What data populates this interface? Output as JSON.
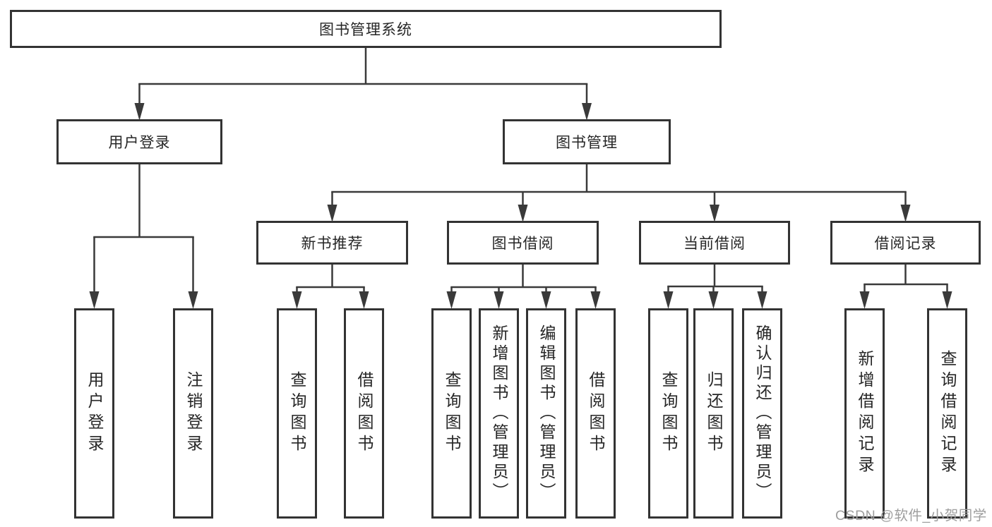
{
  "diagram": {
    "root": {
      "label": "图书管理系统",
      "children": [
        {
          "label": "用户登录",
          "children": [
            {
              "label": "用户登录"
            },
            {
              "label": "注销登录"
            }
          ]
        },
        {
          "label": "图书管理",
          "children": [
            {
              "label": "新书推荐",
              "children": [
                {
                  "label": "查询图书"
                },
                {
                  "label": "借阅图书"
                }
              ]
            },
            {
              "label": "图书借阅",
              "children": [
                {
                  "label": "查询图书"
                },
                {
                  "label": "新增图书（管理员）"
                },
                {
                  "label": "编辑图书（管理员）"
                },
                {
                  "label": "借阅图书"
                }
              ]
            },
            {
              "label": "当前借阅",
              "children": [
                {
                  "label": "查询图书"
                },
                {
                  "label": "归还图书"
                },
                {
                  "label": "确认归还（管理员）"
                }
              ]
            },
            {
              "label": "借阅记录",
              "children": [
                {
                  "label": "新增借阅记录"
                },
                {
                  "label": "查询借阅记录"
                }
              ]
            }
          ]
        }
      ]
    }
  },
  "colors": {
    "line": "#3a3a3a",
    "border": "#333333",
    "text": "#262626",
    "watermark": "#9e9e9e",
    "background": "#ffffff"
  },
  "watermark": {
    "text": "CSDN @软件_小贺同学"
  }
}
